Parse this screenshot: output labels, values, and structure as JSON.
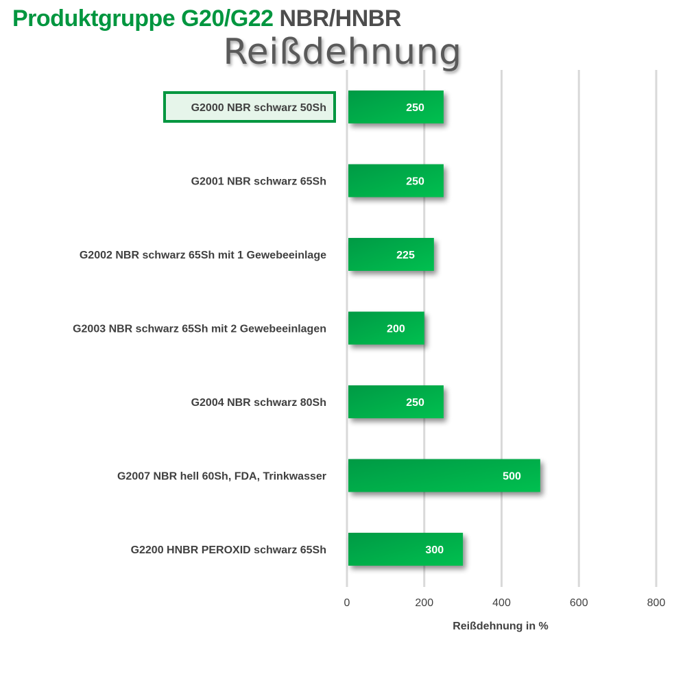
{
  "header": {
    "title_green": "Produktgruppe G20/G22",
    "title_grey": "NBR/HNBR",
    "subtitle": "Reißdehnung"
  },
  "colors": {
    "bar_dark": "#009a44",
    "bar_light": "#00c050",
    "highlight_border": "#00963f",
    "highlight_fill": "#e6f5ea",
    "grid": "#d9d9d9"
  },
  "chart_data": {
    "type": "bar",
    "orientation": "horizontal",
    "title": "",
    "categories": [
      "G2000 NBR schwarz 50Sh",
      "G2001 NBR schwarz 65Sh",
      "G2002 NBR schwarz 65Sh mit 1 Gewebeeinlage",
      "G2003 NBR schwarz 65Sh mit 2 Gewebeeinlagen",
      "G2004 NBR schwarz 80Sh",
      "G2007 NBR hell 60Sh, FDA, Trinkwasser",
      "G2200 HNBR PEROXID schwarz 65Sh"
    ],
    "values": [
      250,
      250,
      225,
      200,
      250,
      500,
      300
    ],
    "value_labels": [
      "250",
      "250",
      "225",
      "200",
      "250",
      "500",
      "300"
    ],
    "highlighted_index": 0,
    "xlabel": "Reißdehnung in %",
    "ylabel": "",
    "xlim": [
      0,
      800
    ],
    "xticks": [
      0,
      200,
      400,
      600,
      800
    ],
    "xtick_labels": [
      "0",
      "200",
      "400",
      "600",
      "800"
    ],
    "grid": true,
    "legend": "none"
  }
}
